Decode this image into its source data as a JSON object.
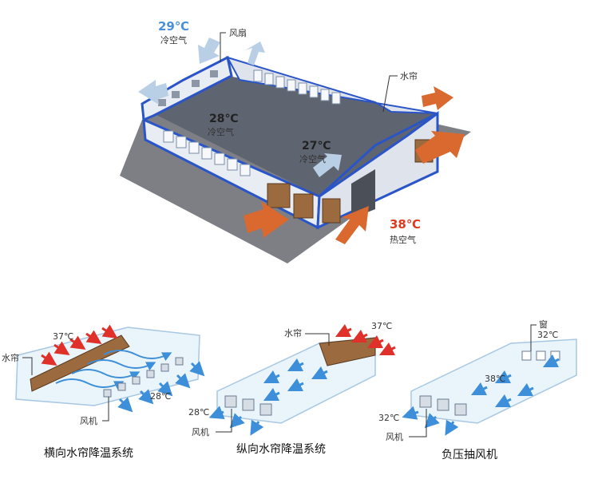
{
  "main": {
    "temp_cool": "29℃",
    "cool_air_1": "冷空气",
    "fan_label": "风扇",
    "curtain_label": "水帘",
    "temp_inside_1": "28℃",
    "cool_air_2": "冷空气",
    "temp_inside_2": "27℃",
    "cool_air_3": "冷空气",
    "temp_hot": "38℃",
    "hot_air": "热空气"
  },
  "panels": [
    {
      "curtain": "水帘",
      "temp_in": "37℃",
      "temp_out": "28℃",
      "fan": "风机",
      "caption": "横向水帘降温系统"
    },
    {
      "curtain": "水帘",
      "temp_in": "37℃",
      "temp_out": "28℃",
      "fan": "风机",
      "caption": "纵向水帘降温系统"
    },
    {
      "window": "窗",
      "temp_in": "32℃",
      "temp_mid": "38℃",
      "temp_out": "32℃",
      "fan": "风机",
      "caption": "负压抽风机"
    }
  ],
  "colors": {
    "wall_blue": "#2a55c8",
    "roof_gray": "#5e6470",
    "hot_arrow": "#d9692f",
    "cool_arrow": "#b8cfe6",
    "panel_blue": "#3c8fd8"
  }
}
